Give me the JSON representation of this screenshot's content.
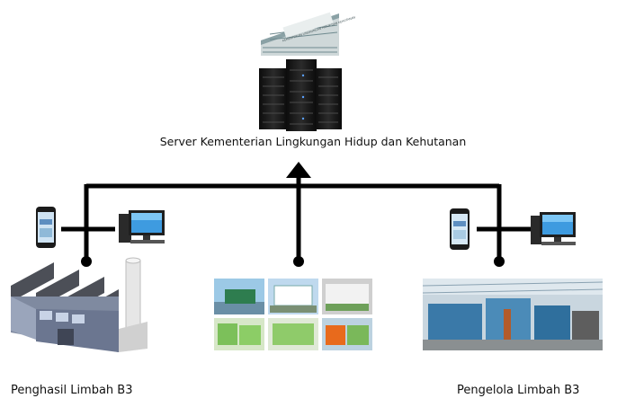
{
  "server": {
    "label": "Server Kementerian Lingkungan Hidup dan Kehutanan",
    "building_sign": "KEMENTERIAN LINGKUNGAN HIDUP DAN KEHUTANAN"
  },
  "nodes": {
    "producer": {
      "label": "Penghasil Limbah B3",
      "icon": "factory-icon"
    },
    "transporter": {
      "icon": "trucks-photo-grid"
    },
    "processor": {
      "label": "Pengelola Limbah B3",
      "icon": "processing-plant-icon"
    }
  },
  "devices": [
    "smartphone-icon",
    "desktop-computer-icon"
  ],
  "colors": {
    "line": "#000000",
    "ship_green": "#2e7d4f",
    "truck_green": "#7cc05a",
    "truck_orange": "#e86a1c"
  }
}
